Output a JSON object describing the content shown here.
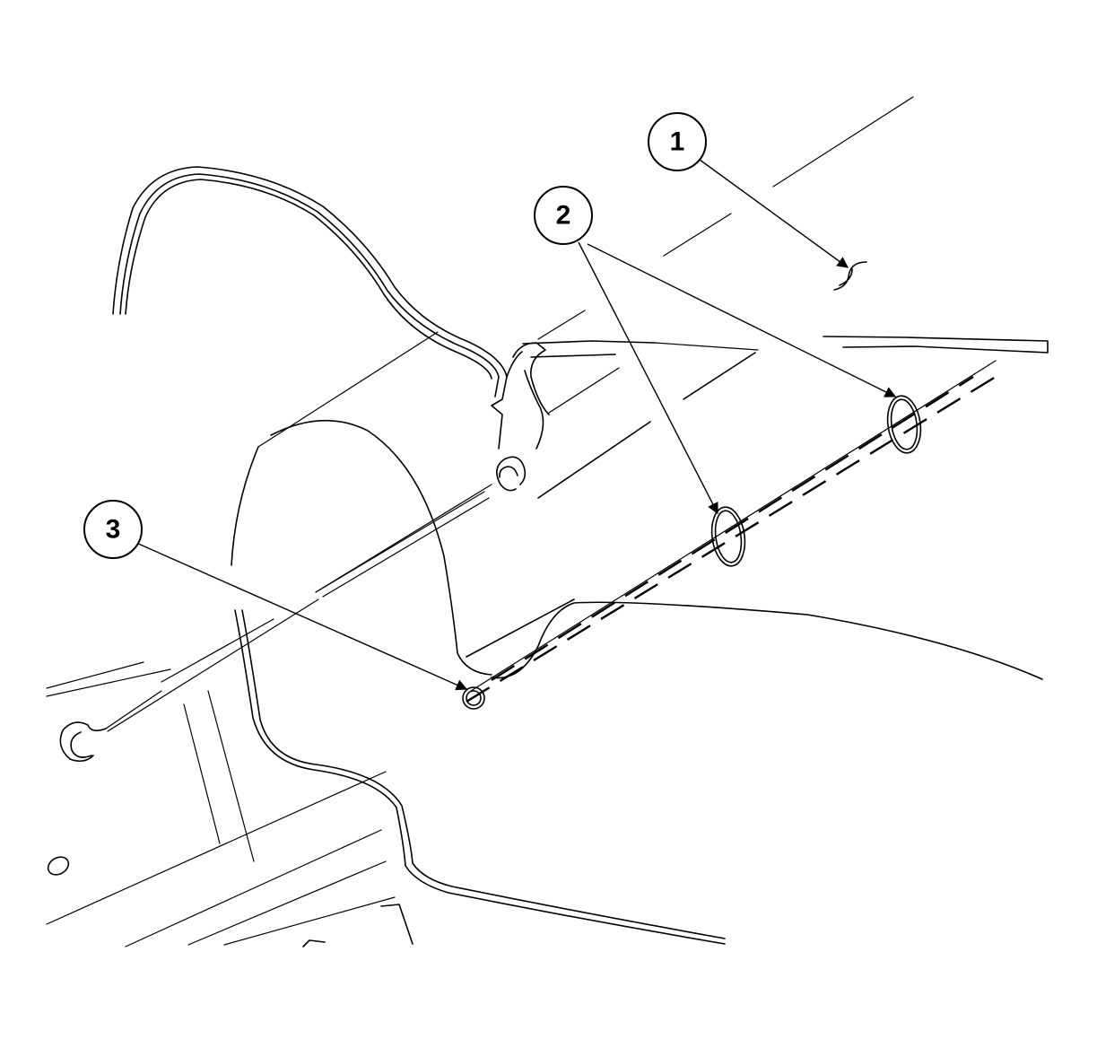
{
  "diagram": {
    "callouts": [
      {
        "label": "1"
      },
      {
        "label": "2"
      },
      {
        "label": "3"
      }
    ],
    "colors": {
      "stroke": "#000000",
      "background": "#ffffff"
    }
  }
}
